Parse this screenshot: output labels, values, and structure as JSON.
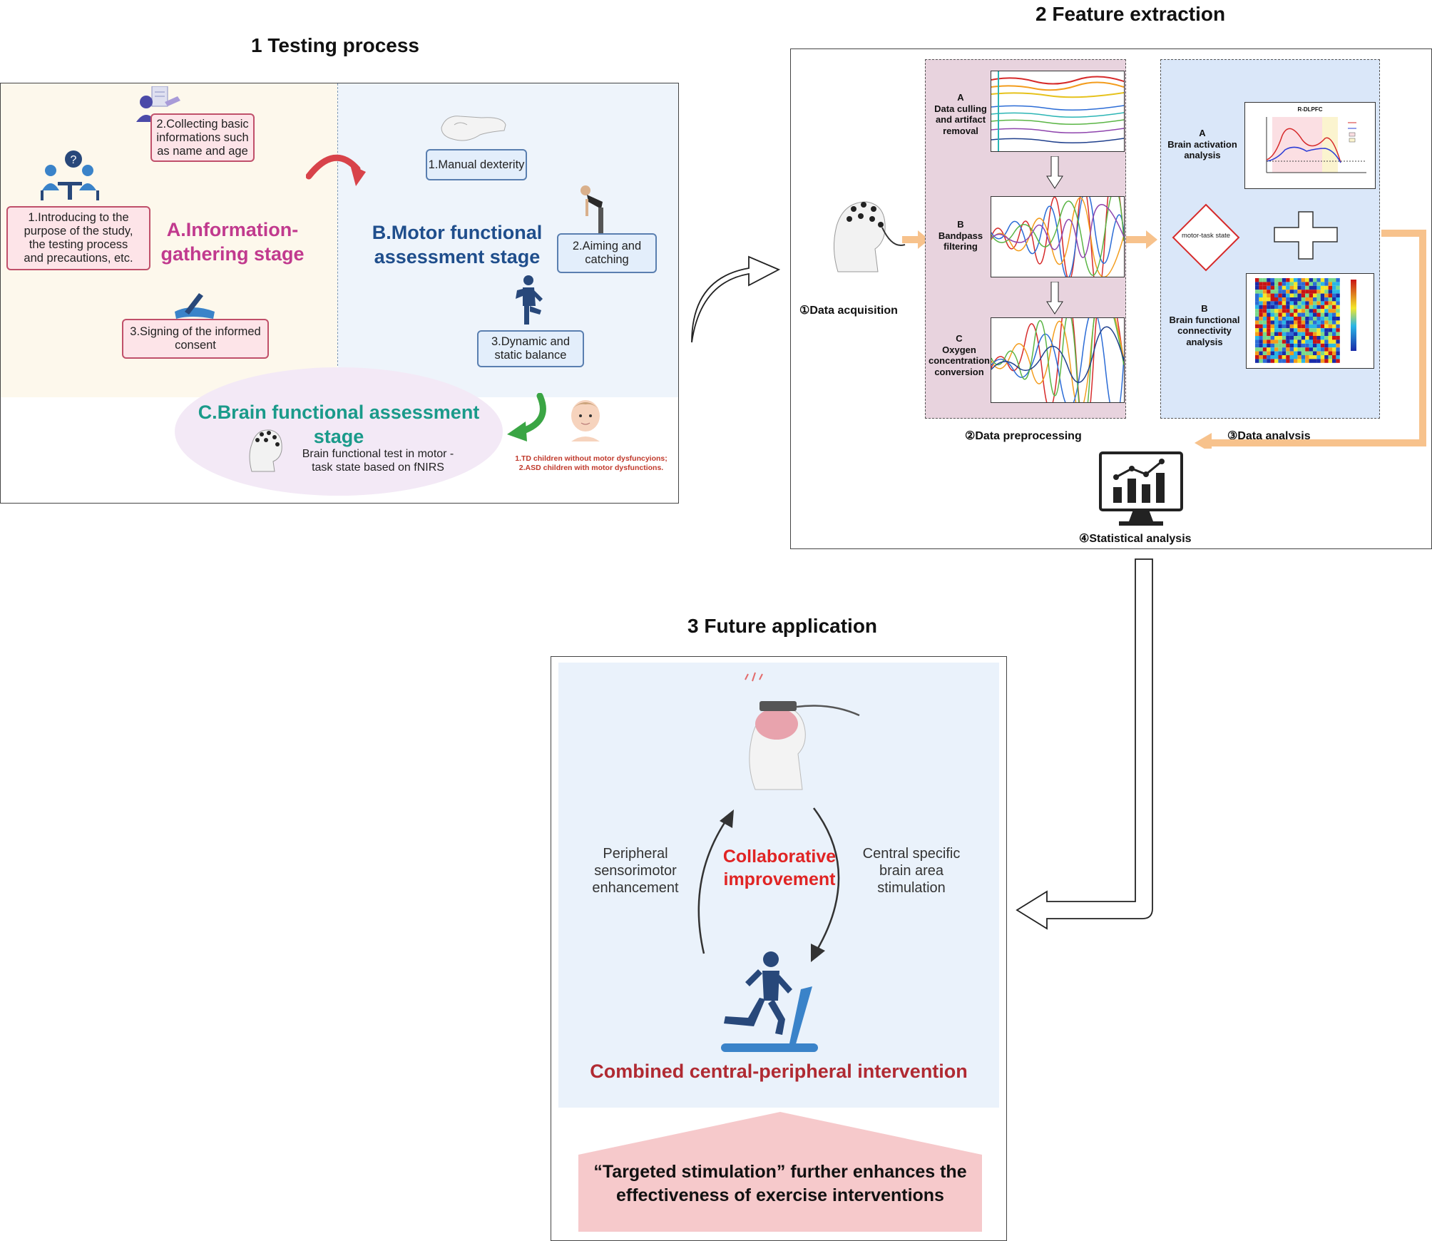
{
  "section1": {
    "title": "1 Testing process",
    "info_stage": {
      "title": "A.Information-\ngathering stage",
      "items": [
        "2.Collecting basic\ninformations such\nas name and age",
        "1.Introducing to the\npurpose of the study,\nthe testing process\nand precautions, etc.",
        "3.Signing of the informed\nconsent"
      ]
    },
    "motor_stage": {
      "title": "B.Motor functional\nassessment stage",
      "items": [
        "1.Manual dexterity",
        "2.Aiming and\ncatching",
        "3.Dynamic and\nstatic balance"
      ]
    },
    "brain_stage": {
      "title": "C.Brain functional assessment\nstage",
      "desc": "Brain functional test in motor -\ntask state based on fNIRS",
      "subjects": [
        "1.TD children without motor dysfuncyions;",
        "2.ASD children with motor dysfunctions."
      ]
    },
    "colors": {
      "info": "#c13a8e",
      "motor": "#1f4e8c",
      "brain": "#1a9a8a",
      "subjects": "#c0392b"
    }
  },
  "section2": {
    "title": "2 Feature extraction",
    "acquisition": "①Data acquisition",
    "preprocessing": {
      "caption": "②Data preprocessing",
      "steps": [
        "A\nData culling\nand artifact\nremoval",
        "B\nBandpass\nfiltering",
        "C\nOxygen\nconcentration\nconversion"
      ]
    },
    "analysis": {
      "caption": "③Data analysis",
      "activation": "A\nBrain activation\nanalysis",
      "activation_chart_title": "R-DLPFC",
      "diamond": "motor-task state",
      "connectivity": "B\nBrain functional\nconnectivity\nanalysis"
    },
    "statistical": "④Statistical analysis"
  },
  "section3": {
    "title": "3 Future application",
    "left": "Peripheral\nsensorimotor\nenhancement",
    "center": "Collaborative\nimprovement",
    "right": "Central specific\nbrain area\nstimulation",
    "intervention": "Combined central-peripheral intervention",
    "banner": "“Targeted stimulation” further enhances the\neffectiveness of exercise interventions"
  }
}
